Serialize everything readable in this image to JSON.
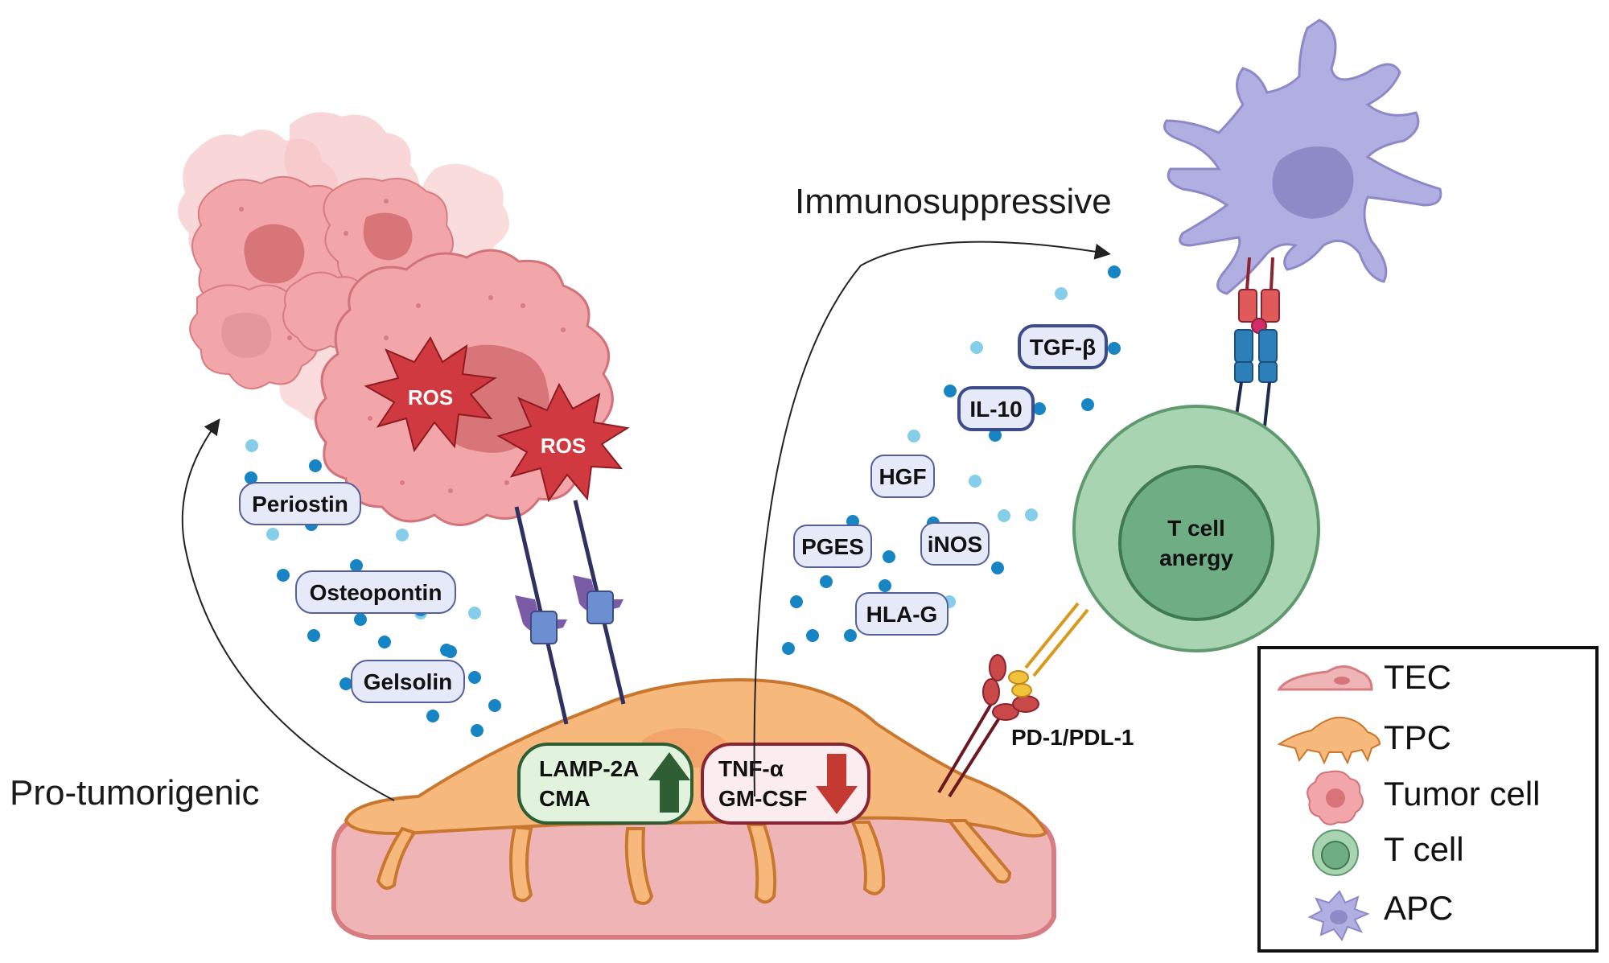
{
  "labels": {
    "pro_tumorigenic": "Pro-tumorigenic",
    "immunosuppressive": "Immunosuppressive",
    "pd1_pdl1": "PD-1/PDL-1"
  },
  "ros": [
    "ROS",
    "ROS"
  ],
  "tumor_factors": [
    "Periostin",
    "Osteopontin",
    "Gelsolin"
  ],
  "immune_factors": {
    "tgf_beta": "TGF-β",
    "il10": "IL-10",
    "hgf": "HGF",
    "pges": "PGES",
    "inos": "iNOS",
    "hla_g": "HLA-G"
  },
  "tcell": {
    "line1": "T cell",
    "line2": "anergy"
  },
  "tpc_up_box": {
    "line1": "LAMP-2A",
    "line2": "CMA"
  },
  "tpc_down_box": {
    "line1": "TNF-α",
    "line2": "GM-CSF"
  },
  "legend": [
    {
      "icon": "tec-icon",
      "label": "TEC"
    },
    {
      "icon": "tpc-icon",
      "label": "TPC"
    },
    {
      "icon": "tumor-cell-icon",
      "label": "Tumor cell"
    },
    {
      "icon": "t-cell-icon",
      "label": "T cell"
    },
    {
      "icon": "apc-icon",
      "label": "APC"
    }
  ],
  "colors": {
    "tumor": "#f2a0a3",
    "tumor_nucleus": "#d87478",
    "tpc": "#f7b97b",
    "tec": "#efb4b6",
    "tcell_outer": "#a8d4b1",
    "tcell_inner": "#6fae85",
    "apc": "#b1aee2",
    "ros": "#d0393f",
    "pill_bg": "#e6eaf8",
    "pill_border": "#55609a",
    "up_arrow": "#2f5d34",
    "down_arrow": "#c43a32"
  }
}
